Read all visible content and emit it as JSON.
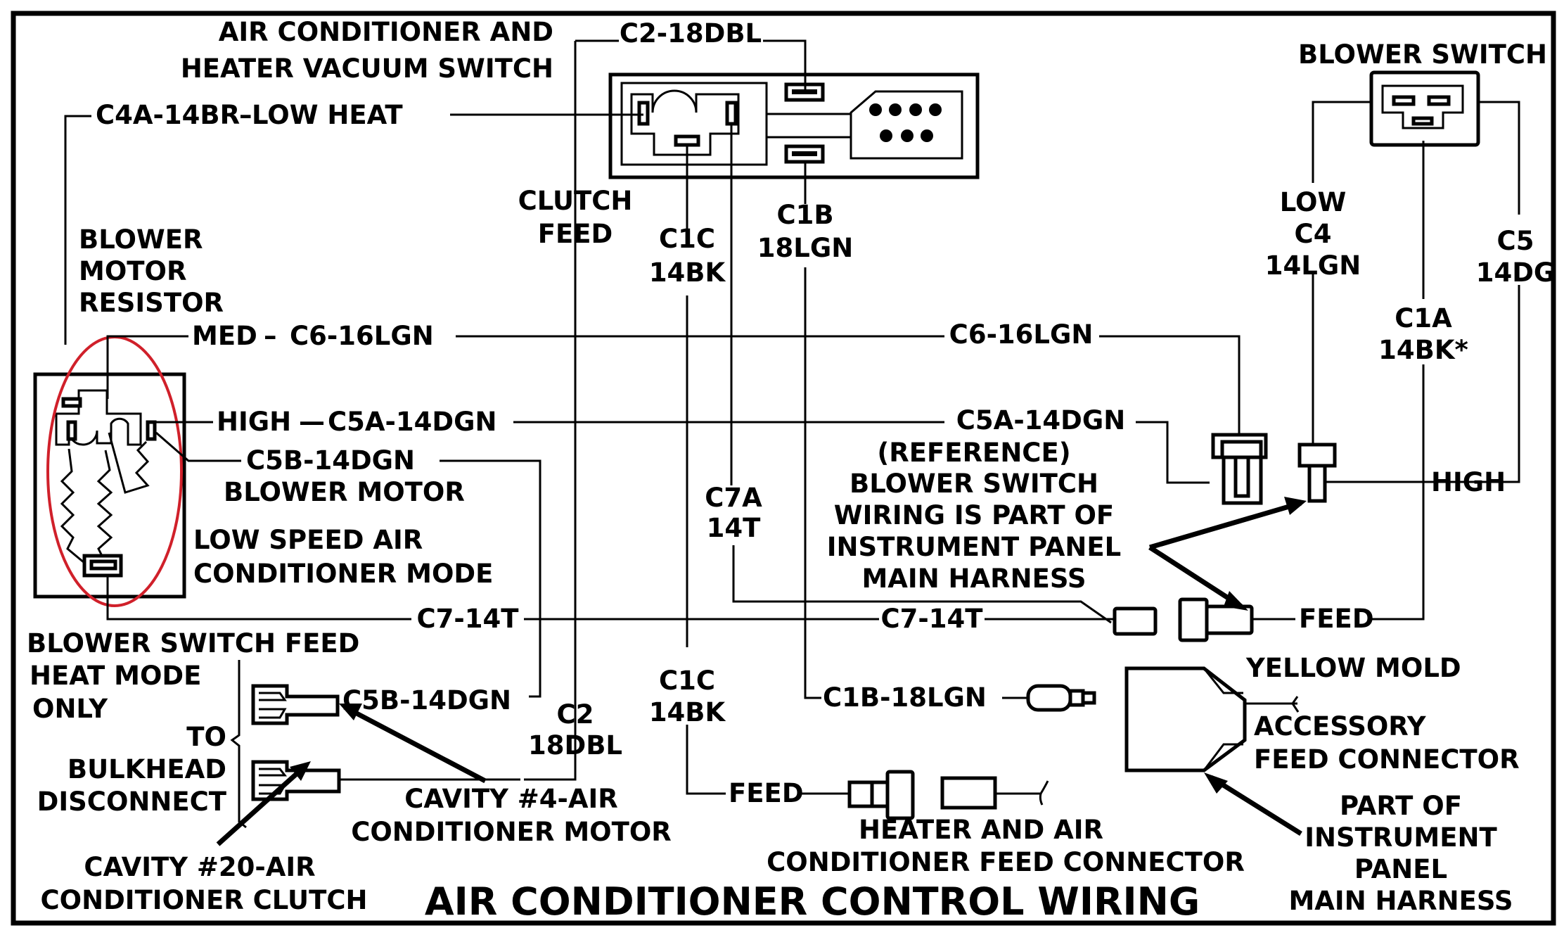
{
  "diagram": {
    "title": "AIR CONDITIONER CONTROL WIRING",
    "highlight_color": "#d0202a",
    "components": {
      "vacuum_switch": [
        "AIR CONDITIONER AND",
        "HEATER VACUUM SWITCH"
      ],
      "blower_switch": "BLOWER SWITCH",
      "resistor": [
        "BLOWER",
        "MOTOR",
        "RESISTOR"
      ],
      "blower_motor": "BLOWER MOTOR",
      "low_speed": [
        "LOW SPEED AIR",
        "CONDITIONER MODE"
      ],
      "blower_feed": [
        "BLOWER SWITCH FEED",
        "HEAT MODE",
        "ONLY"
      ],
      "bulkhead": [
        "TO",
        "BULKHEAD",
        "DISCONNECT"
      ],
      "cavity4": [
        "CAVITY #4-AIR",
        "CONDITIONER MOTOR"
      ],
      "cavity20": [
        "CAVITY #20-AIR",
        "CONDITIONER CLUTCH"
      ],
      "reference": [
        "(REFERENCE)",
        "BLOWER SWITCH",
        "WIRING IS PART OF",
        "INSTRUMENT PANEL",
        "MAIN HARNESS"
      ],
      "yellow_mold": "YELLOW MOLD",
      "accessory": [
        "ACCESSORY",
        "FEED CONNECTOR"
      ],
      "part_of": [
        "PART OF",
        "INSTRUMENT",
        "PANEL",
        "MAIN HARNESS"
      ],
      "heater_feed": [
        "HEATER AND AIR",
        "CONDITIONER FEED CONNECTOR"
      ]
    },
    "wires": {
      "c2_top": "C2-18DBL",
      "c4a": "C4A-14BR",
      "low_heat": "LOW HEAT",
      "clutch_feed": [
        "CLUTCH",
        "FEED"
      ],
      "c1c_top": [
        "C1C",
        "14BK"
      ],
      "c1b_top": [
        "C1B",
        "18LGN"
      ],
      "low_c4": [
        "LOW",
        "C4",
        "14LGN"
      ],
      "c5": [
        "C5",
        "14DG"
      ],
      "c1a": [
        "C1A",
        "14BK*"
      ],
      "med": "MED",
      "c6_left": "C6-16LGN",
      "c6_right": "C6-16LGN",
      "high": "HIGH",
      "c5a_left": "C5A-14DGN",
      "c5a_right": "C5A-14DGN",
      "c5b": "C5B-14DGN",
      "c7a": [
        "C7A",
        "14T"
      ],
      "high_right": "HIGH",
      "c7_left": "C7-14T",
      "c7_right": "C7-14T",
      "feed_right": "FEED",
      "c5b_bottom": "C5B-14DGN",
      "c2_bottom": [
        "C2",
        "18DBL"
      ],
      "c1c_bottom": [
        "C1C",
        "14BK"
      ],
      "c1b_bottom": "C1B-18LGN",
      "feed_bottom": "FEED"
    }
  }
}
